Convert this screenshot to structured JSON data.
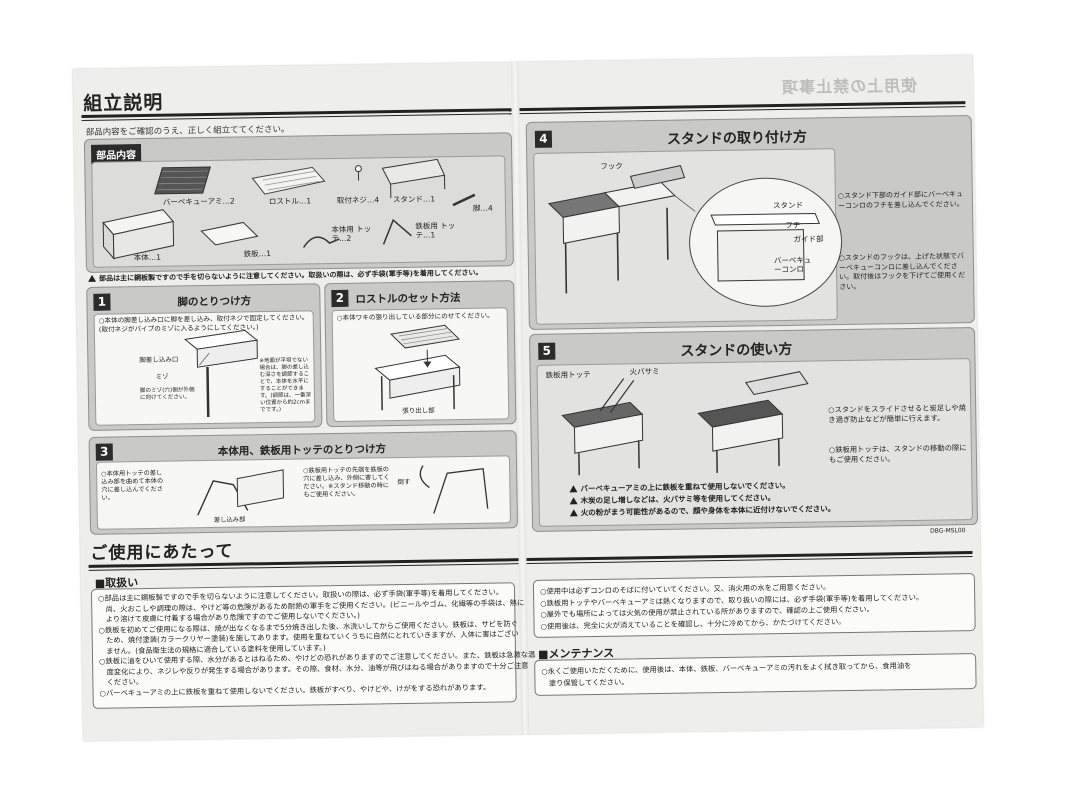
{
  "left": {
    "title": "組立説明",
    "subtitle": "部品内容をご確認のうえ、正しく組立ててください。",
    "parts": {
      "tag": "部品内容",
      "labels": [
        "バーベキューアミ…2",
        "ロストル…1",
        "取付ネジ…4",
        "スタンド…1",
        "脚…4",
        "本体…1",
        "鉄板…1",
        "本体用 トッテ…2",
        "鉄板用 トッテ…1"
      ]
    },
    "parts_warning": "部品は主に鋼板製ですので手を切らないように注意してください。取扱いの際は、必ず手袋(軍手等)を着用してください。",
    "step1": {
      "num": "1",
      "title": "脚のとりつけ方",
      "note": "○本体の脚差し込み口に脚を差し込み、取付ネジで固定してください。(取付ネジがパイプのミゾに入るようにしてください。)",
      "labels": [
        "脚差し込み口",
        "ミゾ",
        "脚のミゾ(穴)側が外側に向けてください。"
      ],
      "side_note": "※地面が平坦でない場合は、脚の差し込む深さを調節することで、本体を水平にすることができます。(調節は、一番深い位置から約2cmまでです。)"
    },
    "step2": {
      "num": "2",
      "title": "ロストルのセット方法",
      "note": "○本体ワキの張り出している部分にのせてください。",
      "label": "張り出し部"
    },
    "step3": {
      "num": "3",
      "title": "本体用、鉄板用トッテのとりつけ方",
      "note_a": "○本体用トッテの差し込み部を曲めて本体の穴に差し込んでください。",
      "label_a": "差し込み部",
      "note_b": "○鉄板用トッテの先端を鉄板の穴に差し込み、外側に寄してください。※スタンド移動の時にもご使用ください。",
      "label_b": "倒す"
    },
    "usage": {
      "title": "ご使用にあたって",
      "section": "■取扱い",
      "lines": [
        "○部品は主に鋼板製ですので手を切らないように注意してください。取扱いの際は、必ず手袋(軍手等)を着用してください。",
        "　尚、火おこしや調理の際は、やけど等の危険があるため耐熱の軍手をご使用ください。(ビニールやゴム、化繊等の手袋は、熱に",
        "　より溶けて皮膚に付着する場合があり危険ですのでご使用しないでください。)",
        "○鉄板を初めてご使用になる際は、焼が出なくなるまで5分焼き出した後、水洗いしてからご使用ください。鉄板は、サビを防ぐ",
        "　ため、焼付塗装(カラークリヤー塗装)を施してあります。使用を重ねていくうちに自然にとれていきますが、人体に害はござい",
        "　ません。(食品衛生法の規格に適合している塗料を使用しています。)",
        "○鉄板に油をひいて使用する際、水分があるとはねるため、やけどの恐れがありますのでご注意してください。また、鉄板は急激な温",
        "　度変化により、ネジレや反りが発生する場合があります。その際、食材、水分、油等が飛びはねる場合がありますので十分ご注意",
        "　ください。",
        "○バーベキューアミの上に鉄板を重ねて使用しないでください。鉄板がすべり、やけどや、けがをする恐れがあります。"
      ]
    }
  },
  "right": {
    "mirrored_title": "使用上の禁止事項",
    "step4": {
      "num": "4",
      "title": "スタンドの取り付け方",
      "labels": [
        "フック",
        "スタンド",
        "フチ",
        "ガイド部",
        "バーベキューコンロ"
      ],
      "note_a": "○スタンド下部のガイド部にバーベキューコンロのフチを差し込んでください。",
      "note_b": "○スタンドのフックは、上げた状態でバーベキューコンロに差し込んでください。取付後はフックを下げてご使用ください。"
    },
    "step5": {
      "num": "5",
      "title": "スタンドの使い方",
      "labels": [
        "鉄板用トッテ",
        "火バサミ"
      ],
      "note_a": "○スタンドをスライドさせると炭足しや焼き過ぎ防止などが簡単に行えます。",
      "note_b": "○鉄板用トッテは、スタンドの移動の際にもご使用ください。",
      "warnings": [
        "バーベキューアミの上に鉄板を重ねて使用しないでください。",
        "木炭の足し増しなどは、火バサミ等を使用してください。",
        "火の粉がまう可能性があるので、顔や身体を本体に近付けないでください。"
      ]
    },
    "model": "DBG-MSL00",
    "usage_lines": [
      "○使用中は必ずコンロのそばに付いていてください。又、消火用の水をご用意ください。",
      "○鉄板用トッテやバーベキューアミは熱くなりますので、取り扱いの際には、必ず手袋(軍手等)を着用してください。",
      "○屋外でも場所によっては火気の使用が禁止されている所がありますので、確認の上ご使用ください。",
      "○使用後は、完全に火が消えていることを確認し、十分に冷めてから、かたづけてください。"
    ],
    "maintenance": {
      "section": "■メンテナンス",
      "lines": [
        "○永くご使用いただくために、使用後は、本体、鉄板、バーベキューアミの汚れをよく拭き取ってから、食用油を",
        "　塗り保管してください。"
      ]
    }
  }
}
